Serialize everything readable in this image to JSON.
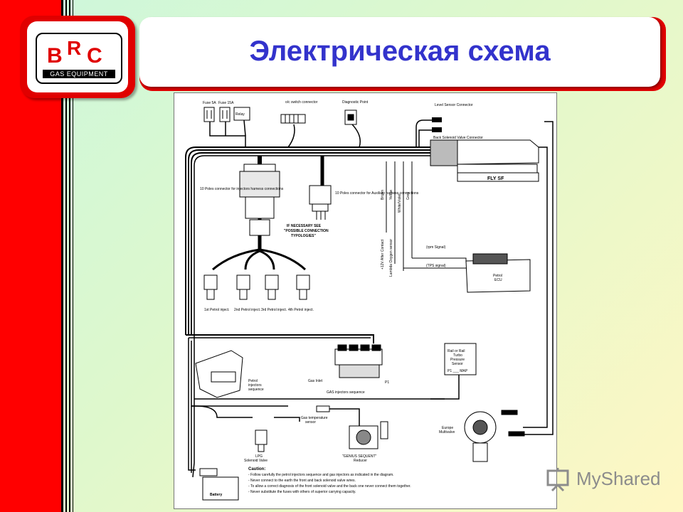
{
  "page_title": "Электрическая схема",
  "brand": {
    "logo_letters": [
      "B",
      "R",
      "C"
    ],
    "logo_subtitle": "GAS EQUIPMENT"
  },
  "colors": {
    "title_blue": "#3333cc",
    "brand_red": "#ff0000",
    "background_start": "#ccf7dc",
    "background_end": "#fff7c4"
  },
  "watermark": {
    "text": "MyShared",
    "icon": "presentation-board-icon"
  },
  "diagram": {
    "labels": {
      "fuse_5a": "Fuse 5A",
      "fuse_15a": "Fuse 15A",
      "relay": "Relay",
      "oc_switch": "o/c switch connector",
      "diagnostic": "Diagnostic Point",
      "level_sensor": "Level Sensor Connector",
      "back_solenoid": "Back Solenoid Valve Connector",
      "ecu": "FLY SF",
      "ten_poles_inj": "10 Poles connector for injectors harness connections",
      "ten_poles_aux": "10 Poles connector for Auxiliary harness connections",
      "if_necessary_1": "IF NECESSARY SEE",
      "if_necessary_2": "\"POSSIBLE CONNECTION",
      "if_necessary_3": "TYPOLOGIES\"",
      "brown": "Brown",
      "yellow": "Yellow",
      "white_violet": "White/Violet",
      "grey": "Grey",
      "plus12": "+12V After Contact",
      "lambda": "Lambda Oxygen sensor",
      "rpm": "(rpm Signal)",
      "tps": "(TPS signal)",
      "petrol_ecu_1": "Petrol",
      "petrol_ecu_2": "ECU",
      "inj1": "1st Petrol inject.",
      "inj2": "2nd Petrol inject.",
      "inj3": "3rd Petrol inject.",
      "inj4": "4th Petrol inject.",
      "petrol_seq_1": "Petrol",
      "petrol_seq_2": "injectors",
      "petrol_seq_3": "sequence",
      "gas_inlet": "Gas Inlet",
      "gas_inj_seq": "GAS injectors sequence",
      "p1": "P1",
      "rail_1": "Rail or Rail",
      "rail_2": "Turbo",
      "rail_3": "Pressure",
      "rail_4": "Sensor",
      "rail_5": "P1 ___ MAP",
      "gas_temp_1": "Gas temperature",
      "gas_temp_2": "sensor",
      "europe_1": "Europe",
      "europe_2": "Multivalve",
      "lpg_1": "LPG",
      "lpg_2": "Solenoid Valve",
      "reducer_1": "\"GENIUS SEQUENT\"",
      "reducer_2": "Reducer",
      "battery": "Battery",
      "caution_title": "Caution:",
      "caution_1": "- Follow carefully the petrol injectors sequence and gas injectors as indicated in the diagram.",
      "caution_2": "- Never connect to the earth the front and back solenoid valve wires.",
      "caution_3": "- To allow a correct diagnosis of the front solenoid valve and the back one never connect them together.",
      "caution_4": "- Never substitute the fuses with others of superior carrying capacity."
    }
  }
}
